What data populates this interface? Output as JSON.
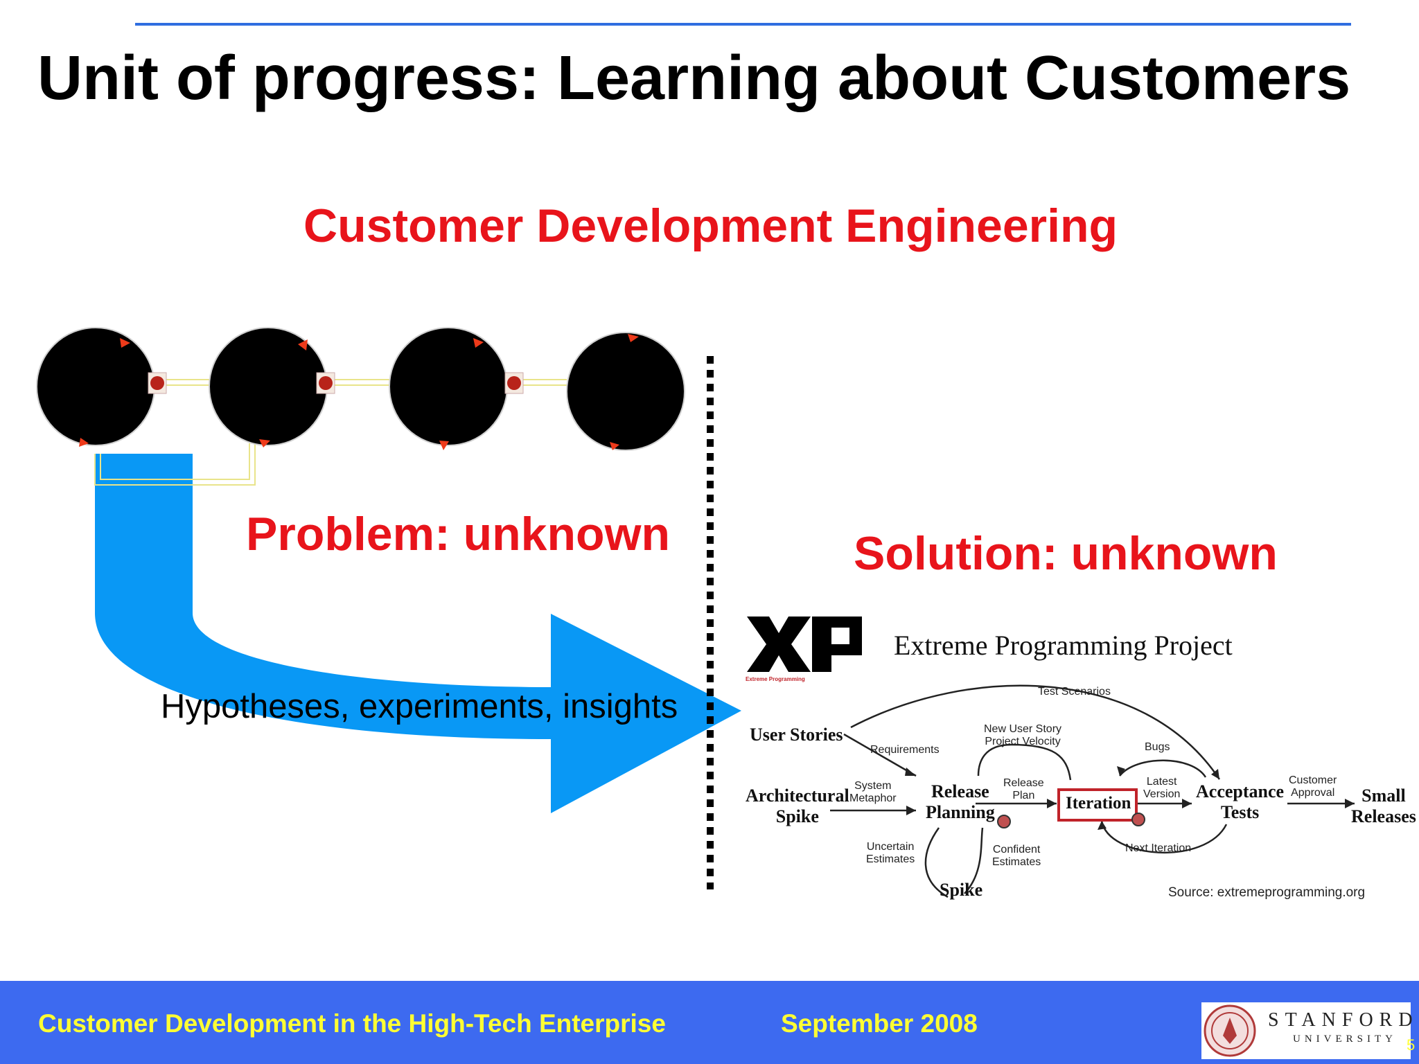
{
  "slide": {
    "title": "Unit of progress: Learning about Customers",
    "subtitle": "Customer Development Engineering",
    "problem_label": "Problem: unknown",
    "solution_label": "Solution: unknown",
    "arrow_label": "Hypotheses, experiments, insights"
  },
  "xp_diagram": {
    "logo_text": "XP",
    "logo_caption": "Extreme Programming",
    "title": "Extreme Programming Project",
    "nodes": {
      "user_stories": "User Stories",
      "architectural_spike_1": "Architectural",
      "architectural_spike_2": "Spike",
      "release_planning_1": "Release",
      "release_planning_2": "Planning",
      "iteration": "Iteration",
      "acceptance_tests_1": "Acceptance",
      "acceptance_tests_2": "Tests",
      "small_releases_1": "Small",
      "small_releases_2": "Releases",
      "spike": "Spike"
    },
    "edges": {
      "test_scenarios": "Test Scenarios",
      "requirements": "Requirements",
      "new_user_story_1": "New User Story",
      "new_user_story_2": "Project Velocity",
      "bugs": "Bugs",
      "system_metaphor_1": "System",
      "system_metaphor_2": "Metaphor",
      "release_plan_1": "Release",
      "release_plan_2": "Plan",
      "latest_version_1": "Latest",
      "latest_version_2": "Version",
      "customer_approval_1": "Customer",
      "customer_approval_2": "Approval",
      "uncertain_estimates_1": "Uncertain",
      "uncertain_estimates_2": "Estimates",
      "confident_estimates_1": "Confident",
      "confident_estimates_2": "Estimates",
      "next_iteration": "Next Iteration"
    },
    "source": "Source:  extremeprogramming.org"
  },
  "footer": {
    "course": "Customer Development in the High-Tech Enterprise",
    "date": "September 2008",
    "logo_name": "STANFORD",
    "logo_sub": "UNIVERSITY",
    "page_number": "5"
  },
  "colors": {
    "accent_red": "#e8141b",
    "arrow_blue": "#0998f5",
    "footer_blue": "#3d6af0",
    "footer_text": "#ffff33"
  }
}
